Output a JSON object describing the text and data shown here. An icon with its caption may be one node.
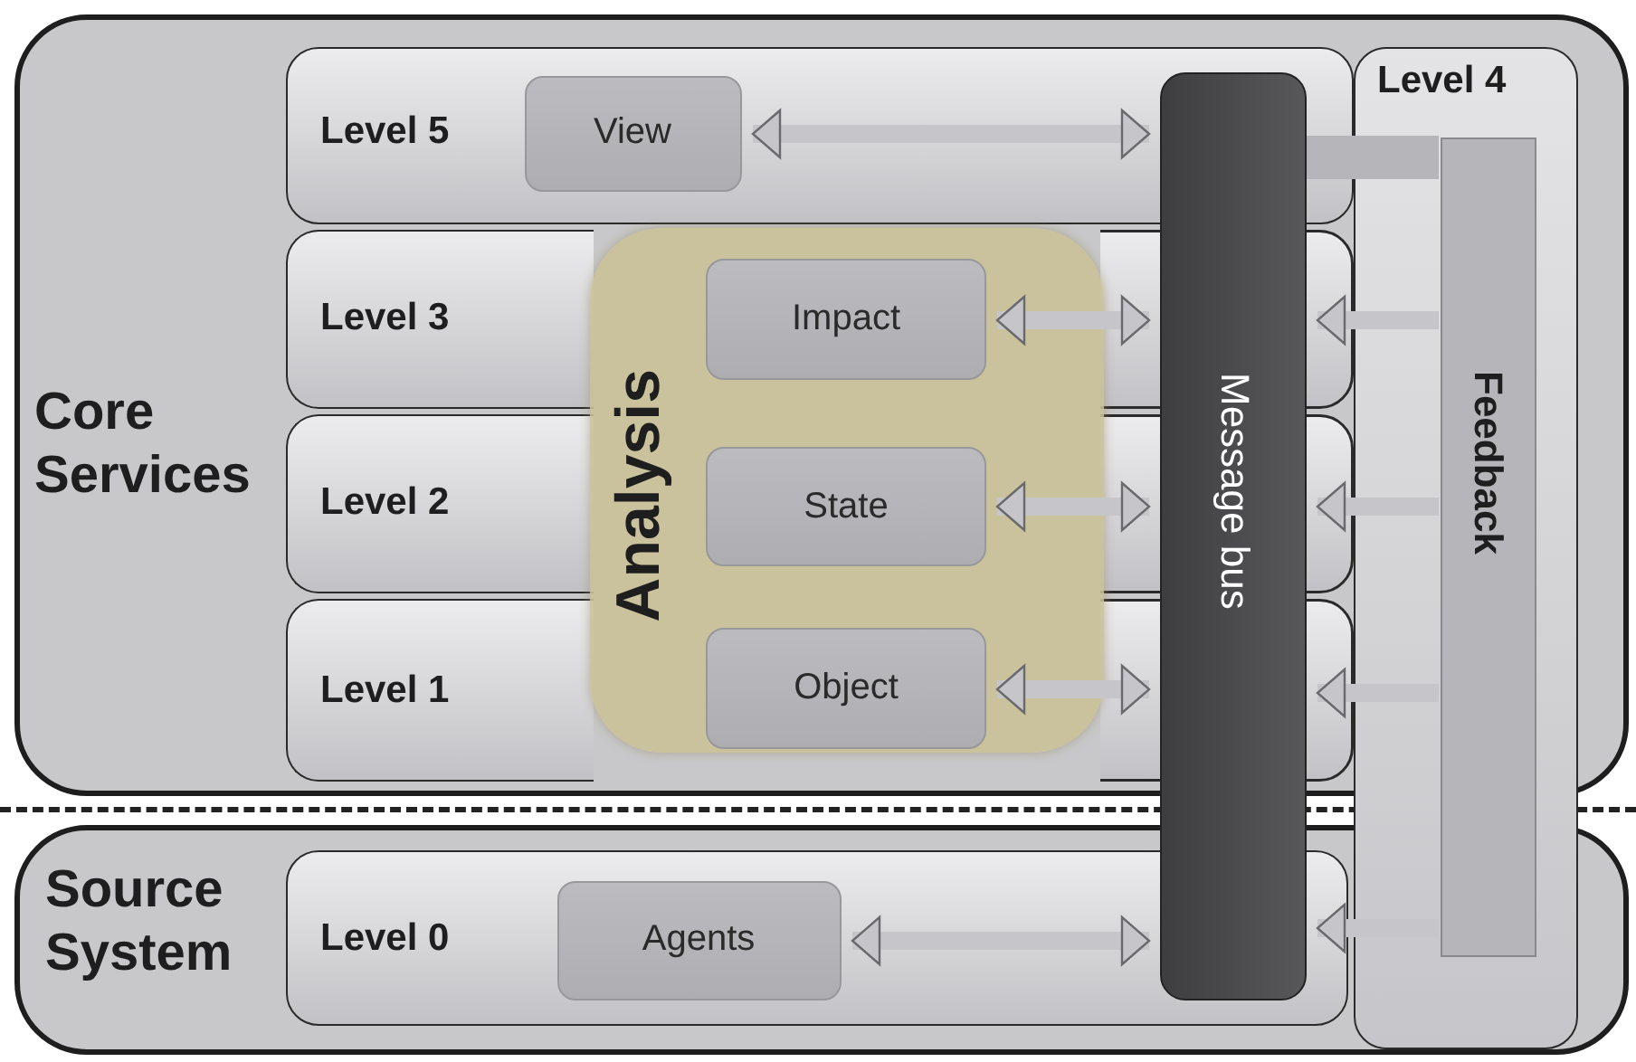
{
  "diagram": {
    "nodes": [
      {
        "text": [
          "Core Services"
        ]
      },
      {
        "text": [
          "Level 5"
        ],
        "in": 0
      },
      {
        "text": [
          "View"
        ],
        "in": 1
      },
      {
        "text": [
          "Level 3"
        ],
        "in": 0
      },
      {
        "text": [
          "Level 2"
        ],
        "in": 0
      },
      {
        "text": [
          "Level 1"
        ],
        "in": 0
      },
      {
        "text": [
          "Analysis"
        ],
        "in": 0
      },
      {
        "text": [
          "Impact"
        ],
        "in": 6
      },
      {
        "text": [
          "State"
        ],
        "in": 6
      },
      {
        "text": [
          "Object"
        ],
        "in": 6
      },
      {
        "text": [
          "Level 4"
        ]
      },
      {
        "text": [
          "Feedback"
        ],
        "in": 10
      },
      {
        "text": [
          "Message bus"
        ]
      },
      {
        "text": [
          "Source System"
        ]
      },
      {
        "text": [
          "Level 0"
        ],
        "in": 13
      },
      {
        "text": [
          "Agents"
        ],
        "in": 14
      }
    ],
    "edges": [
      {
        "from": 2,
        "to": 12,
        "arrow": "both"
      },
      {
        "from": 7,
        "to": 12,
        "arrow": "both"
      },
      {
        "from": 8,
        "to": 12,
        "arrow": "both"
      },
      {
        "from": 9,
        "to": 12,
        "arrow": "both"
      },
      {
        "from": 15,
        "to": 12,
        "arrow": "both"
      },
      {
        "from": 12,
        "to": 11,
        "arrow": "none",
        "style": "thick"
      },
      {
        "from": 11,
        "to": 12,
        "arrow": "to"
      },
      {
        "from": 11,
        "to": 12,
        "arrow": "to"
      },
      {
        "from": 11,
        "to": 12,
        "arrow": "to"
      },
      {
        "from": 11,
        "to": 12,
        "arrow": "to"
      }
    ]
  }
}
